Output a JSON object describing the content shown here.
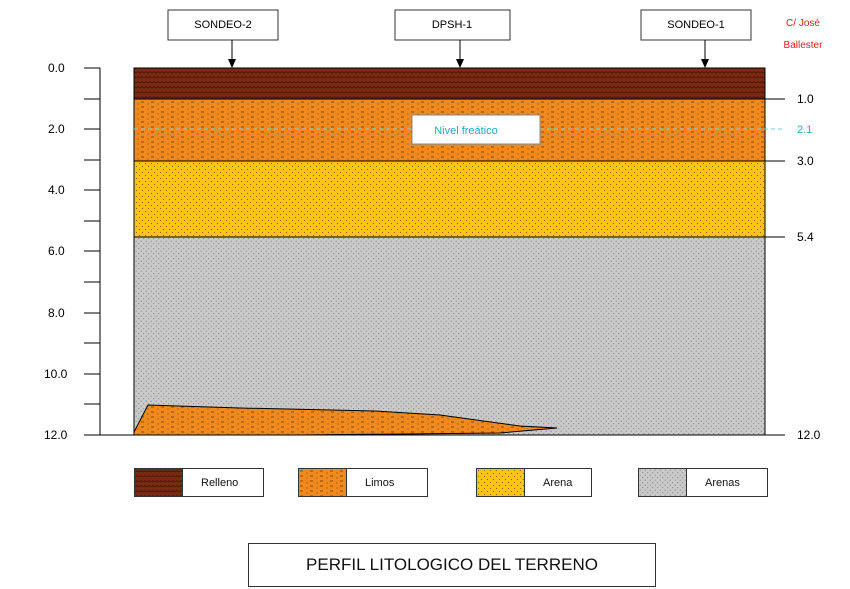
{
  "boreholes": [
    {
      "label": "SONDEO-2"
    },
    {
      "label": "DPSH-1"
    },
    {
      "label": "SONDEO-1"
    }
  ],
  "street": {
    "line1": "C/ José",
    "line2": "Ballester"
  },
  "depth_axis": {
    "ticks": [
      "0.0",
      "2.0",
      "4.0",
      "6.0",
      "8.0",
      "10.0",
      "12.0"
    ]
  },
  "layer_depths": [
    "1.0",
    "2.1",
    "3.0",
    "5.4",
    "12.0"
  ],
  "water_table": {
    "label": "Nivel freático",
    "depth": "2.1"
  },
  "layers": [
    {
      "name": "Relleno",
      "from": 0.0,
      "to": 1.0,
      "color": "#7a2a12"
    },
    {
      "name": "Limos",
      "from": 1.0,
      "to": 3.0,
      "color": "#f08a1e"
    },
    {
      "name": "Arena",
      "from": 3.0,
      "to": 5.4,
      "color": "#fcc419"
    },
    {
      "name": "Arenas",
      "from": 5.4,
      "to": 12.0,
      "color": "#c7c7c7"
    }
  ],
  "legend": [
    {
      "label": "Relleno"
    },
    {
      "label": "Limos"
    },
    {
      "label": "Arena"
    },
    {
      "label": "Arenas"
    }
  ],
  "title": "PERFIL LITOLOGICO DEL TERRENO"
}
